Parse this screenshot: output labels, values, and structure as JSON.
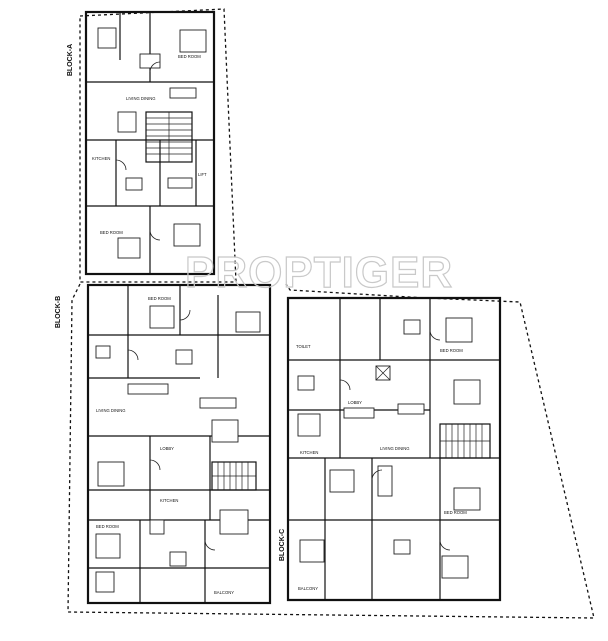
{
  "watermark": "PROPTIGER",
  "blocks": [
    {
      "id": "block-a",
      "label": "BLOCK-A"
    },
    {
      "id": "block-b",
      "label": "BLOCK-B"
    },
    {
      "id": "block-c",
      "label": "BLOCK-C"
    }
  ],
  "room_labels": {
    "bed_room": "BED ROOM",
    "living_dining": "LIVING DINING",
    "kitchen": "KITCHEN",
    "toilet": "TOILET",
    "balcony": "BALCONY",
    "lobby": "LOBBY",
    "lift": "LIFT"
  }
}
